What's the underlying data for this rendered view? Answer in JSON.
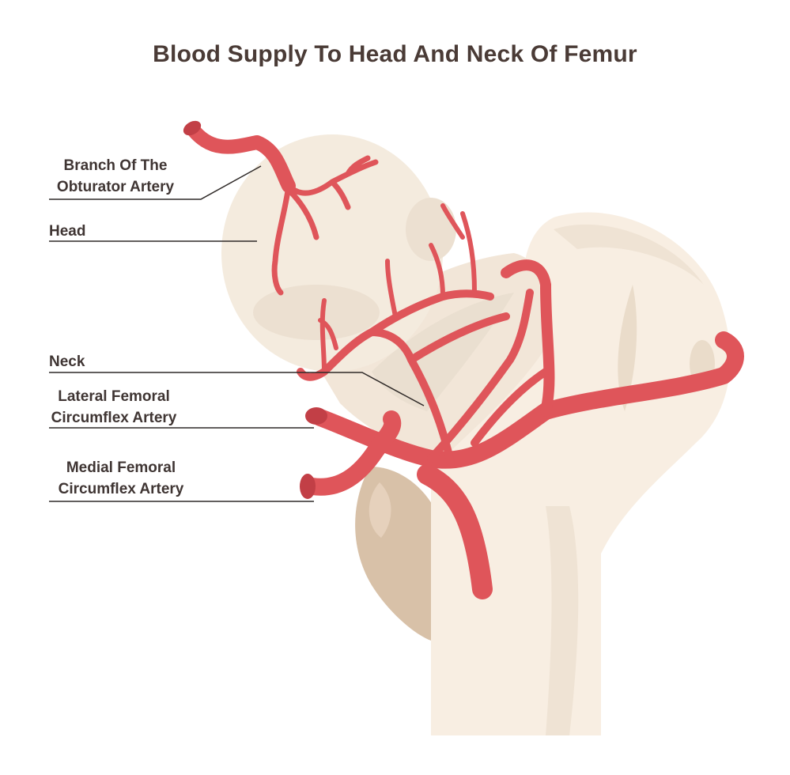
{
  "title": "Blood Supply To Head And Neck Of Femur",
  "labels": {
    "obturator": [
      "Branch Of The",
      "Obturator Artery"
    ],
    "head": [
      "Head"
    ],
    "neck": [
      "Neck"
    ],
    "lateral": [
      "Lateral Femoral",
      "Circumflex Artery"
    ],
    "medial": [
      "Medial Femoral",
      "Circumflex Artery"
    ]
  },
  "colors": {
    "bone": "#f7efe4",
    "bone_shade": "#ece0d1",
    "trochanter": "#d6bfa6",
    "artery": "#df555a",
    "artery_dark": "#c23f46",
    "text": "#3f3533"
  }
}
